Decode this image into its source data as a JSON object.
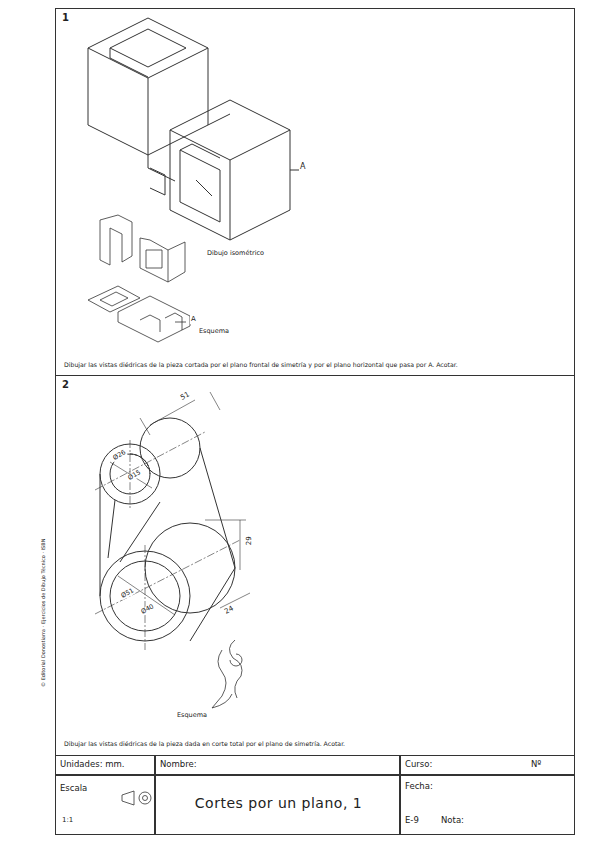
{
  "diagram": {
    "title": "Cortes por un plano, 1",
    "nodes": [
      {
        "text": [
          "1",
          "Dibujar las vistas diédricas de la pieza cortada por el plano frontal de simetría y por el plano horizontal que pasa por A. Acotar."
        ]
      },
      {
        "text": [
          "2",
          "Dibujar las vistas diédricas de la pieza dada en corte total por el plano de simetría. Acotar."
        ]
      },
      {
        "text": [
          "Unidades: mm."
        ]
      },
      {
        "text": [
          "Nombre:"
        ]
      },
      {
        "text": [
          "Curso:",
          "Nº"
        ]
      },
      {
        "text": [
          "Escala",
          "1:1"
        ]
      },
      {
        "text": [
          "Cortes por un plano, 1"
        ]
      },
      {
        "text": [
          "Fecha:",
          "E-9",
          "Nota:"
        ]
      }
    ],
    "labels": [
      "A",
      "Dibujo isométrico",
      "A",
      "Esquema",
      "51",
      "Ø26",
      "Ø15",
      "29",
      "Ø51",
      "Ø40",
      "24",
      "Esquema",
      "© Editorial Donostiarra · Ejercicios de Dibujo Técnico · ISBN"
    ]
  }
}
